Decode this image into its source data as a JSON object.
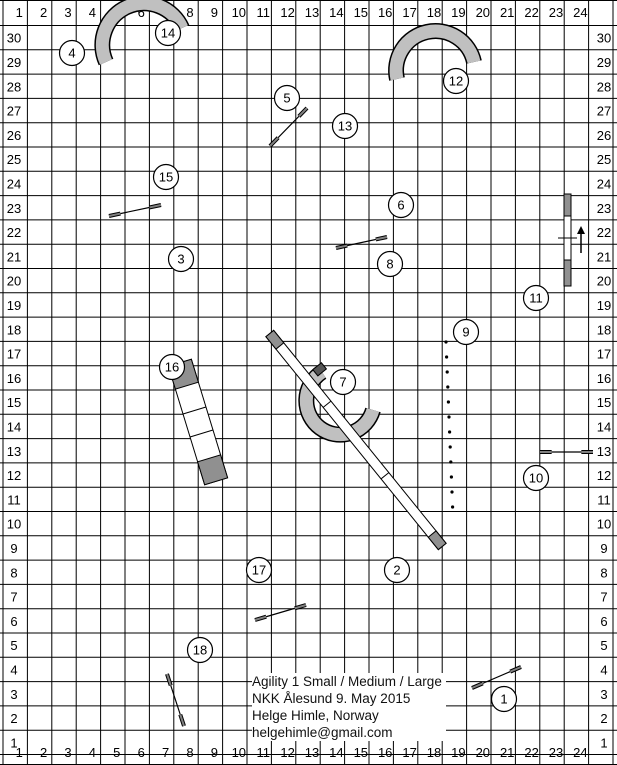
{
  "course": {
    "columns": [
      "1",
      "2",
      "3",
      "4",
      "5",
      "6",
      "7",
      "8",
      "9",
      "10",
      "11",
      "12",
      "13",
      "14",
      "15",
      "16",
      "17",
      "18",
      "19",
      "20",
      "21",
      "22",
      "23",
      "24"
    ],
    "rows": [
      "30",
      "29",
      "28",
      "27",
      "26",
      "25",
      "24",
      "23",
      "22",
      "21",
      "20",
      "19",
      "18",
      "17",
      "16",
      "15",
      "14",
      "13",
      "12",
      "11",
      "10",
      "9",
      "8",
      "7",
      "6",
      "5",
      "4",
      "3",
      "2",
      "1"
    ],
    "bottom_rows": [
      "4",
      "3",
      "2"
    ],
    "obstacle_numbers": [
      "1",
      "2",
      "3",
      "4",
      "5",
      "6",
      "7",
      "8",
      "9",
      "10",
      "11",
      "12",
      "13",
      "14",
      "15",
      "16",
      "17",
      "18"
    ],
    "colors": {
      "grid": "#000000",
      "tunnel_fill": "#c0c0c0",
      "bar": "#808080",
      "stripe": "#909090",
      "marker": "#ffffff"
    }
  },
  "info": {
    "line1": "Agility 1 Small / Medium / Large",
    "line2": "NKK Ålesund 9. May 2015",
    "line3": "Helge Himle, Norway",
    "line4": "helgehimle@gmail.com"
  }
}
